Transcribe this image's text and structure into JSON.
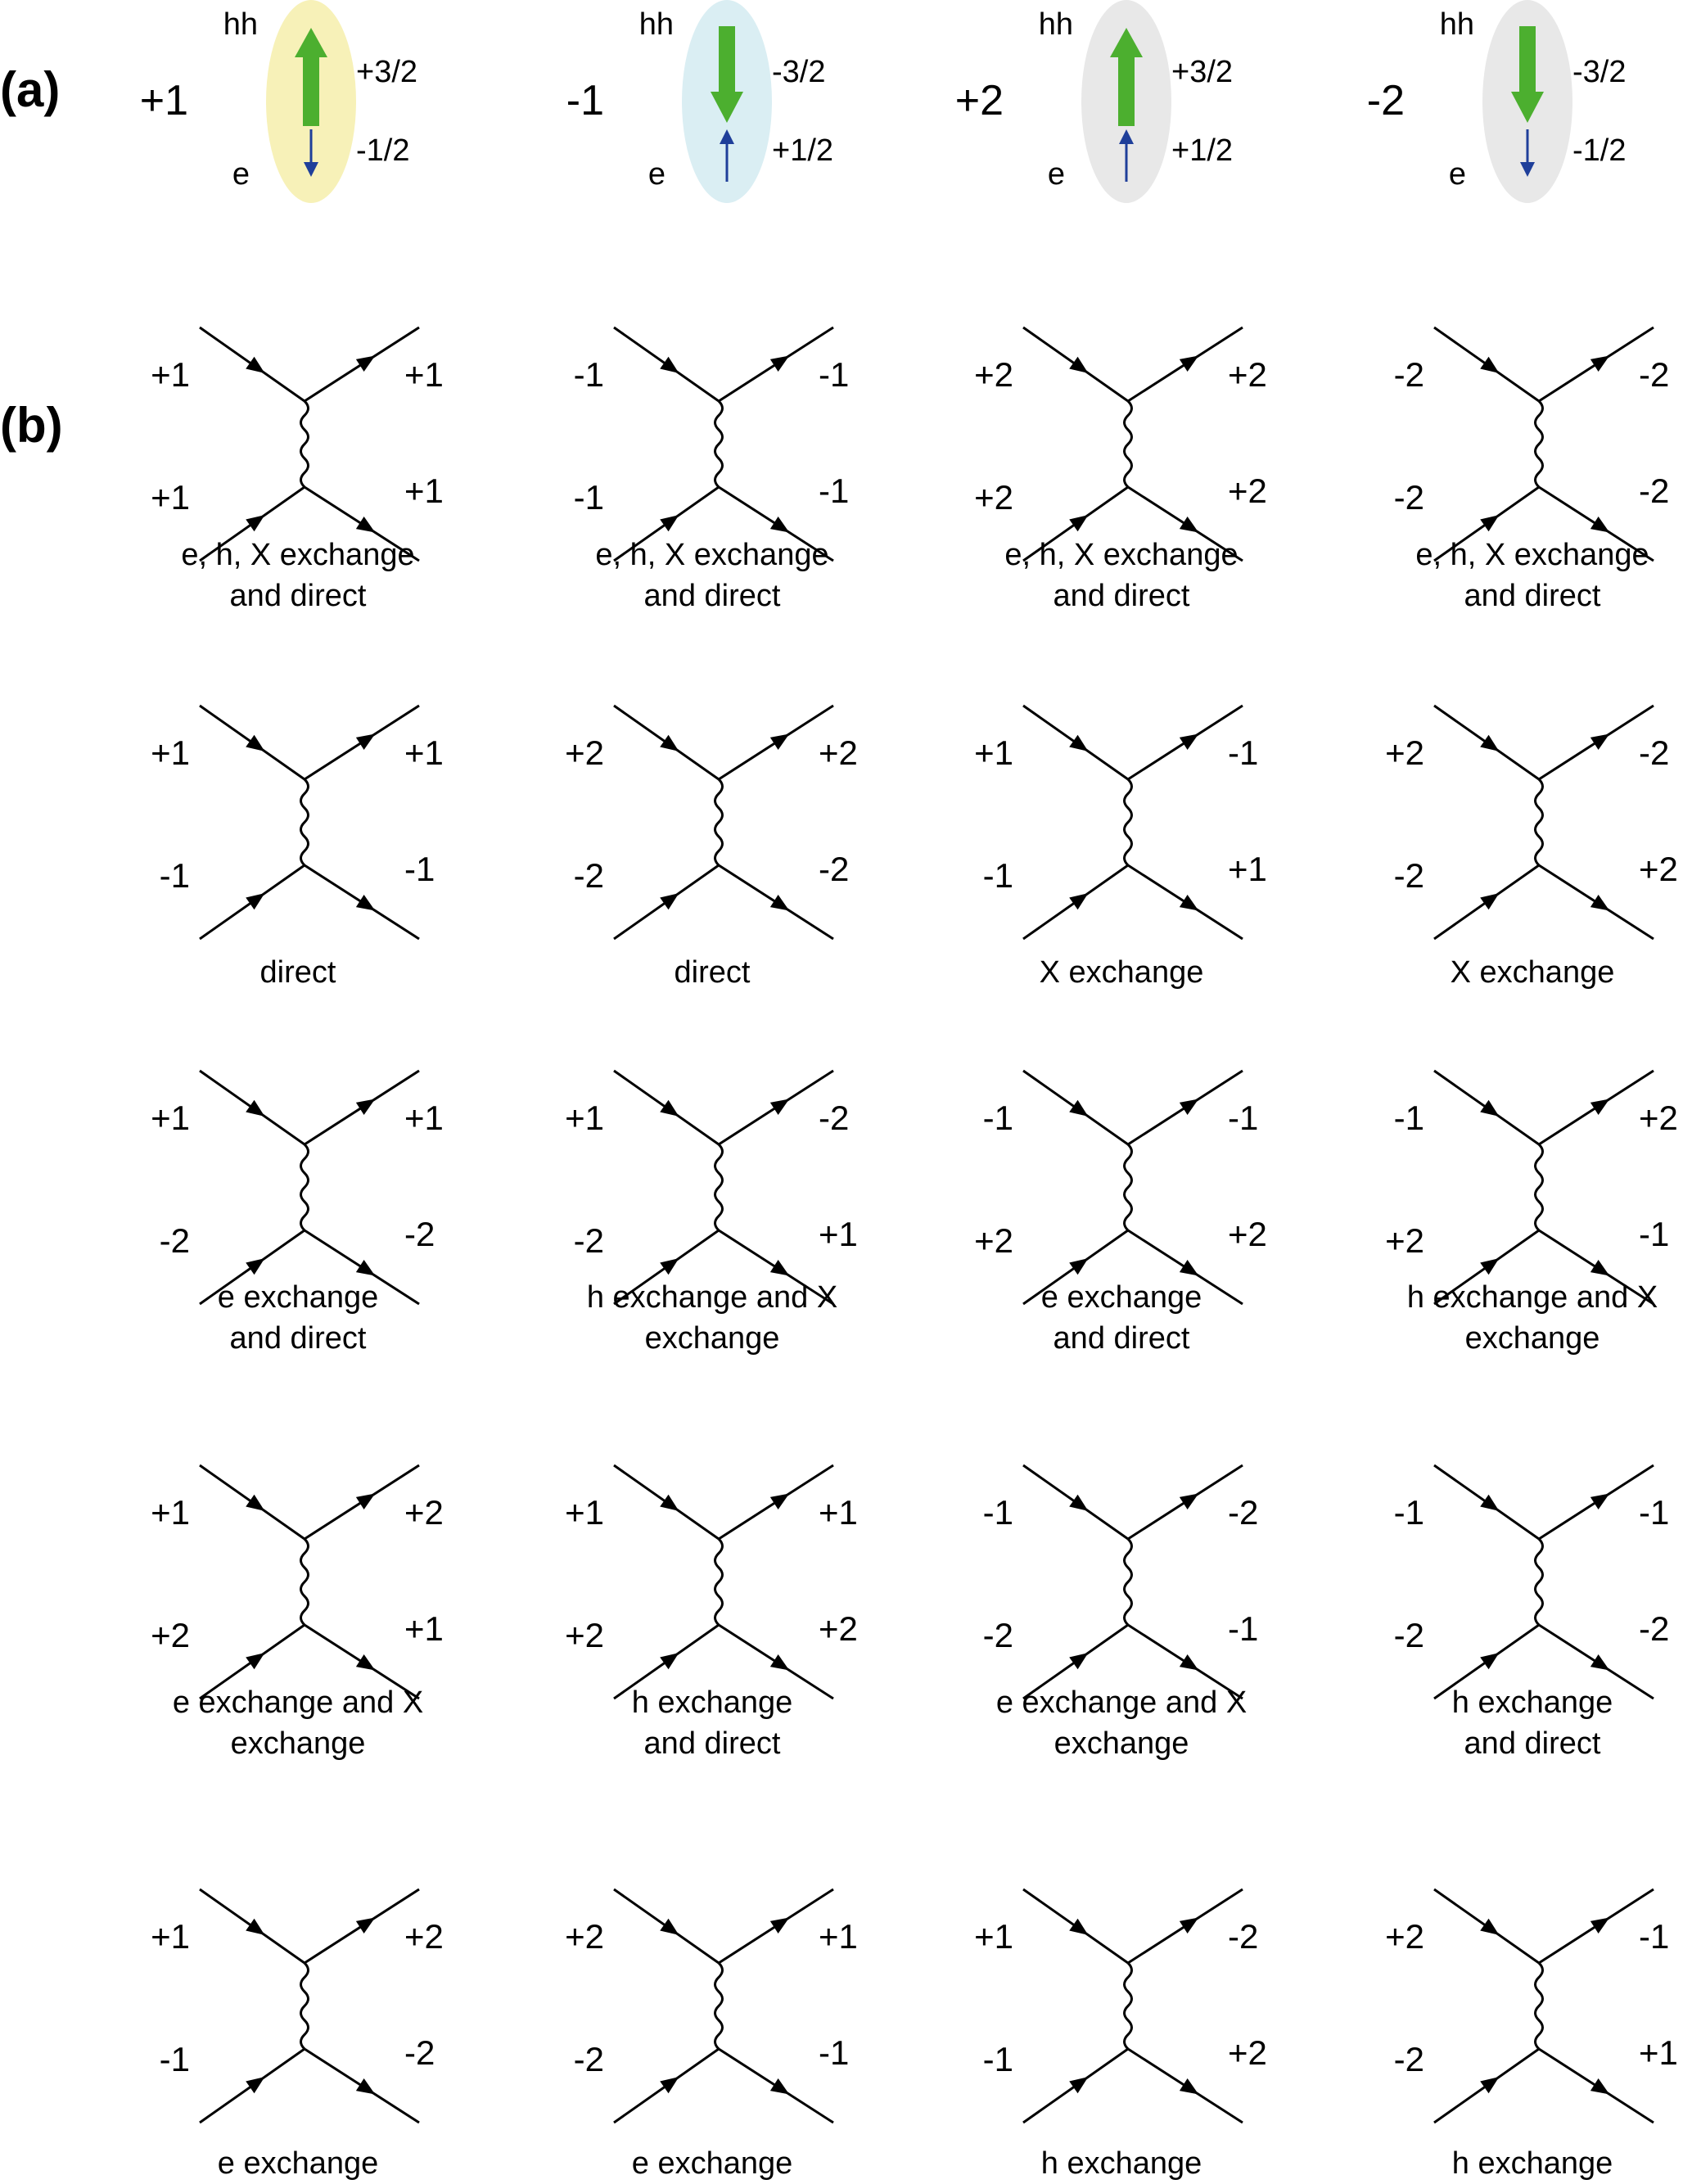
{
  "panel_a": {
    "label": "(a)",
    "states": [
      {
        "value": "+1",
        "hh": "hh",
        "e": "e",
        "hole_spin": "+3/2",
        "electron_spin": "-1/2",
        "hole_dir": "up",
        "electron_dir": "down",
        "bg_color": "#f7f1b8"
      },
      {
        "value": "-1",
        "hh": "hh",
        "e": "e",
        "hole_spin": "-3/2",
        "electron_spin": "+1/2",
        "hole_dir": "down",
        "electron_dir": "up",
        "bg_color": "#daeef3"
      },
      {
        "value": "+2",
        "hh": "hh",
        "e": "e",
        "hole_spin": "+3/2",
        "electron_spin": "+1/2",
        "hole_dir": "up",
        "electron_dir": "up",
        "bg_color": "#e8e8e8"
      },
      {
        "value": "-2",
        "hh": "hh",
        "e": "e",
        "hole_spin": "-3/2",
        "electron_spin": "-1/2",
        "hole_dir": "down",
        "electron_dir": "down",
        "bg_color": "#e8e8e8"
      }
    ],
    "colors": {
      "hole_arrow": "#4caf2f",
      "electron_arrow": "#1f3f9a"
    }
  },
  "panel_b": {
    "label": "(b)",
    "diagrams": [
      {
        "tl": "+1",
        "tr": "+1",
        "bl": "+1",
        "br": "+1",
        "caption": [
          "e, h, X exchange",
          "and direct"
        ]
      },
      {
        "tl": "-1",
        "tr": "-1",
        "bl": "-1",
        "br": "-1",
        "caption": [
          "e, h, X exchange",
          "and direct"
        ]
      },
      {
        "tl": "+2",
        "tr": "+2",
        "bl": "+2",
        "br": "+2",
        "caption": [
          "e, h, X exchange",
          "and direct"
        ]
      },
      {
        "tl": "-2",
        "tr": "-2",
        "bl": "-2",
        "br": "-2",
        "caption": [
          "e, h, X exchange",
          "and direct"
        ]
      },
      {
        "tl": "+1",
        "tr": "+1",
        "bl": "-1",
        "br": "-1",
        "caption": [
          "direct"
        ]
      },
      {
        "tl": "+2",
        "tr": "+2",
        "bl": "-2",
        "br": "-2",
        "caption": [
          "direct"
        ]
      },
      {
        "tl": "+1",
        "tr": "-1",
        "bl": "-1",
        "br": "+1",
        "caption": [
          "X exchange"
        ]
      },
      {
        "tl": "+2",
        "tr": "-2",
        "bl": "-2",
        "br": "+2",
        "caption": [
          "X exchange"
        ]
      },
      {
        "tl": "+1",
        "tr": "+1",
        "bl": "-2",
        "br": "-2",
        "caption": [
          "e exchange",
          "and direct"
        ]
      },
      {
        "tl": "+1",
        "tr": "-2",
        "bl": "-2",
        "br": "+1",
        "caption": [
          "h exchange and X",
          "exchange"
        ]
      },
      {
        "tl": "-1",
        "tr": "-1",
        "bl": "+2",
        "br": "+2",
        "caption": [
          "e exchange",
          "and direct"
        ]
      },
      {
        "tl": "-1",
        "tr": "+2",
        "bl": "+2",
        "br": "-1",
        "caption": [
          "h exchange and X",
          "exchange"
        ]
      },
      {
        "tl": "+1",
        "tr": "+2",
        "bl": "+2",
        "br": "+1",
        "caption": [
          "e exchange and X",
          "exchange"
        ]
      },
      {
        "tl": "+1",
        "tr": "+1",
        "bl": "+2",
        "br": "+2",
        "caption": [
          "h exchange",
          "and direct"
        ]
      },
      {
        "tl": "-1",
        "tr": "-2",
        "bl": "-2",
        "br": "-1",
        "caption": [
          "e exchange and X",
          "exchange"
        ]
      },
      {
        "tl": "-1",
        "tr": "-1",
        "bl": "-2",
        "br": "-2",
        "caption": [
          "h exchange",
          "and direct"
        ]
      },
      {
        "tl": "+1",
        "tr": "+2",
        "bl": "-1",
        "br": "-2",
        "caption": [
          "e exchange"
        ]
      },
      {
        "tl": "+2",
        "tr": "+1",
        "bl": "-2",
        "br": "-1",
        "caption": [
          "e exchange"
        ]
      },
      {
        "tl": "+1",
        "tr": "-2",
        "bl": "-1",
        "br": "+2",
        "caption": [
          "h exchange"
        ]
      },
      {
        "tl": "+2",
        "tr": "-1",
        "bl": "-2",
        "br": "+1",
        "caption": [
          "h exchange"
        ]
      }
    ]
  }
}
